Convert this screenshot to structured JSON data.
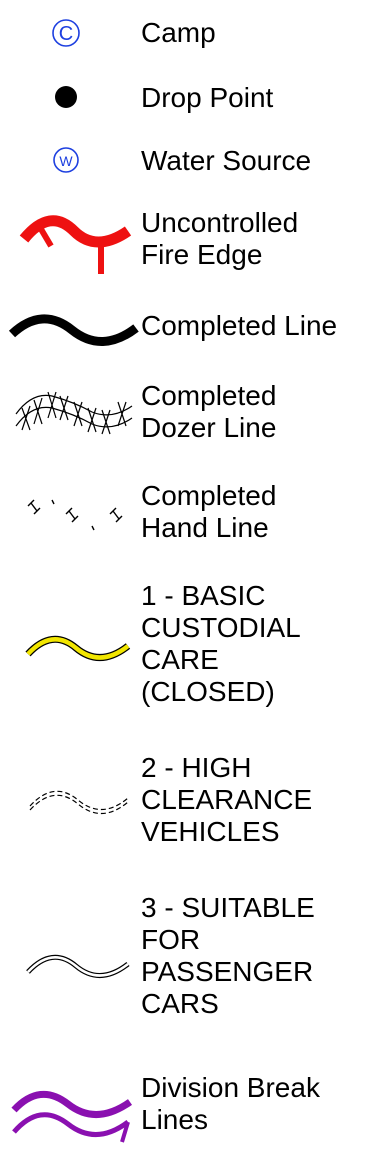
{
  "legend": {
    "items": [
      {
        "label": "Camp",
        "symbol": "circled-c-icon",
        "color": "#1e40e0",
        "glyph": "C"
      },
      {
        "label": "Drop Point",
        "symbol": "filled-dot-icon",
        "color": "#000000"
      },
      {
        "label": "Water Source",
        "symbol": "circled-w-icon",
        "color": "#1e40e0",
        "glyph": "W"
      },
      {
        "label": "Uncontrolled\nFire Edge",
        "symbol": "fire-edge-line-icon",
        "color": "#ee1111"
      },
      {
        "label": "Completed Line",
        "symbol": "completed-line-icon",
        "color": "#000000"
      },
      {
        "label": "Completed\nDozer Line",
        "symbol": "dozer-line-icon",
        "color": "#000000"
      },
      {
        "label": "Completed\nHand Line",
        "symbol": "hand-line-icon",
        "color": "#000000"
      },
      {
        "label": "1 - BASIC\nCUSTODIAL\nCARE\n(CLOSED)",
        "symbol": "road-level-1-icon",
        "color": "#f2e600"
      },
      {
        "label": "2 - HIGH\nCLEARANCE\nVEHICLES",
        "symbol": "road-level-2-icon",
        "color": "#000000"
      },
      {
        "label": "3 - SUITABLE\nFOR\nPASSENGER\nCARS",
        "symbol": "road-level-3-icon",
        "color": "#000000"
      },
      {
        "label": "Division Break\nLines",
        "symbol": "division-break-line-icon",
        "color": "#8a10b0"
      }
    ]
  }
}
